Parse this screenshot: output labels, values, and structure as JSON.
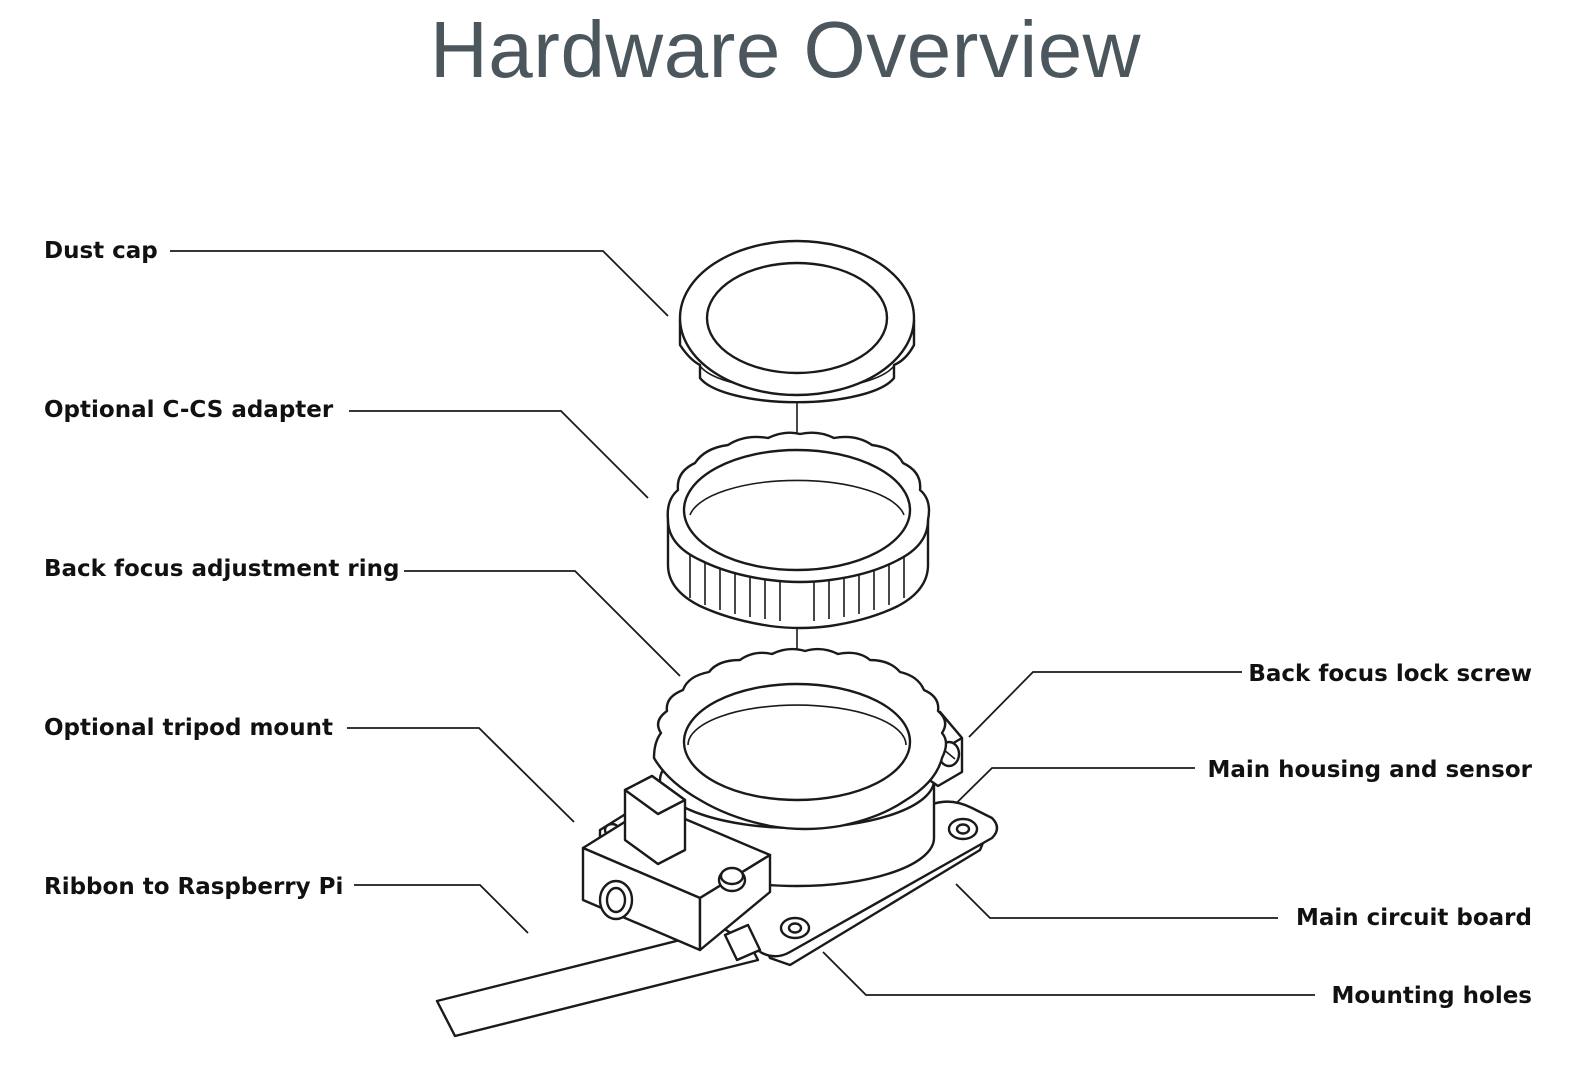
{
  "title": "Hardware Overview",
  "labels": {
    "dust_cap": "Dust cap",
    "c_cs_adapter": "Optional C-CS adapter",
    "back_focus_ring": "Back focus adjustment ring",
    "tripod_mount": "Optional tripod mount",
    "ribbon": "Ribbon to Raspberry Pi",
    "lock_screw": "Back focus lock screw",
    "main_housing": "Main housing and sensor",
    "circuit_board": "Main circuit board",
    "mounting_holes": "Mounting holes"
  },
  "colors": {
    "title": "#4b575d",
    "line": "#1a1a1a",
    "label": "#111111",
    "background": "#ffffff"
  }
}
